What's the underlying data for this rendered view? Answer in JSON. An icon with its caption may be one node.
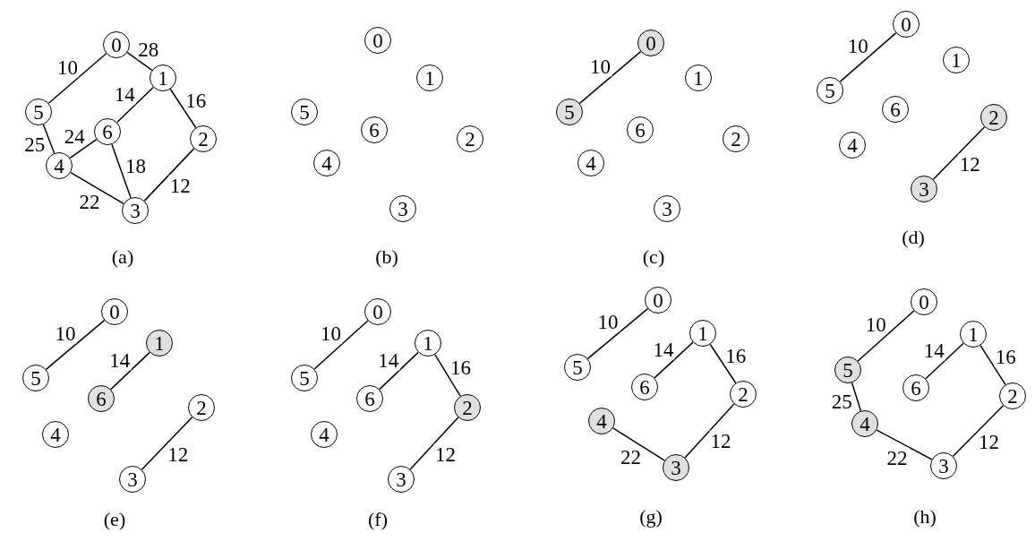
{
  "diagram": {
    "nodes": [
      {
        "text": [
          "0"
        ]
      },
      {
        "text": [
          "1"
        ]
      },
      {
        "text": [
          "5"
        ]
      },
      {
        "text": [
          "6"
        ]
      },
      {
        "text": [
          "2"
        ]
      },
      {
        "text": [
          "4"
        ]
      },
      {
        "text": [
          "3"
        ]
      },
      {
        "text": [
          "0"
        ]
      },
      {
        "text": [
          "1"
        ]
      },
      {
        "text": [
          "5"
        ]
      },
      {
        "text": [
          "6"
        ]
      },
      {
        "text": [
          "2"
        ]
      },
      {
        "text": [
          "4"
        ]
      },
      {
        "text": [
          "3"
        ]
      },
      {
        "text": [
          "0"
        ]
      },
      {
        "text": [
          "1"
        ]
      },
      {
        "text": [
          "5"
        ]
      },
      {
        "text": [
          "6"
        ]
      },
      {
        "text": [
          "2"
        ]
      },
      {
        "text": [
          "4"
        ]
      },
      {
        "text": [
          "3"
        ]
      },
      {
        "text": [
          "0"
        ]
      },
      {
        "text": [
          "1"
        ]
      },
      {
        "text": [
          "5"
        ]
      },
      {
        "text": [
          "6"
        ]
      },
      {
        "text": [
          "2"
        ]
      },
      {
        "text": [
          "4"
        ]
      },
      {
        "text": [
          "3"
        ]
      },
      {
        "text": [
          "0"
        ]
      },
      {
        "text": [
          "1"
        ]
      },
      {
        "text": [
          "5"
        ]
      },
      {
        "text": [
          "6"
        ]
      },
      {
        "text": [
          "2"
        ]
      },
      {
        "text": [
          "4"
        ]
      },
      {
        "text": [
          "3"
        ]
      },
      {
        "text": [
          "0"
        ]
      },
      {
        "text": [
          "1"
        ]
      },
      {
        "text": [
          "5"
        ]
      },
      {
        "text": [
          "6"
        ]
      },
      {
        "text": [
          "2"
        ]
      },
      {
        "text": [
          "4"
        ]
      },
      {
        "text": [
          "3"
        ]
      },
      {
        "text": [
          "0"
        ]
      },
      {
        "text": [
          "1"
        ]
      },
      {
        "text": [
          "5"
        ]
      },
      {
        "text": [
          "6"
        ]
      },
      {
        "text": [
          "2"
        ]
      },
      {
        "text": [
          "4"
        ]
      },
      {
        "text": [
          "3"
        ]
      },
      {
        "text": [
          "0"
        ]
      },
      {
        "text": [
          "1"
        ]
      },
      {
        "text": [
          "5"
        ]
      },
      {
        "text": [
          "6"
        ]
      },
      {
        "text": [
          "2"
        ]
      },
      {
        "text": [
          "4"
        ]
      },
      {
        "text": [
          "3"
        ]
      }
    ],
    "edges": [
      {
        "from": 2,
        "to": 0,
        "arrow": "none",
        "label": "10"
      },
      {
        "from": 0,
        "to": 1,
        "arrow": "none",
        "label": "28"
      },
      {
        "from": 3,
        "to": 1,
        "arrow": "none",
        "label": "14"
      },
      {
        "from": 1,
        "to": 4,
        "arrow": "none",
        "label": "16"
      },
      {
        "from": 2,
        "to": 5,
        "arrow": "none",
        "label": "25"
      },
      {
        "from": 5,
        "to": 3,
        "arrow": "none",
        "label": "24"
      },
      {
        "from": 3,
        "to": 6,
        "arrow": "none",
        "label": "18"
      },
      {
        "from": 5,
        "to": 6,
        "arrow": "none",
        "label": "22"
      },
      {
        "from": 6,
        "to": 4,
        "arrow": "none",
        "label": "12"
      },
      {
        "from": 16,
        "to": 14,
        "arrow": "none",
        "label": "10"
      },
      {
        "from": 23,
        "to": 21,
        "arrow": "none",
        "label": "10"
      },
      {
        "from": 27,
        "to": 25,
        "arrow": "none",
        "label": "12"
      },
      {
        "from": 30,
        "to": 28,
        "arrow": "none",
        "label": "10"
      },
      {
        "from": 31,
        "to": 29,
        "arrow": "none",
        "label": "14"
      },
      {
        "from": 34,
        "to": 32,
        "arrow": "none",
        "label": "12"
      },
      {
        "from": 37,
        "to": 35,
        "arrow": "none",
        "label": "10"
      },
      {
        "from": 38,
        "to": 36,
        "arrow": "none",
        "label": "14"
      },
      {
        "from": 36,
        "to": 39,
        "arrow": "none",
        "label": "16"
      },
      {
        "from": 41,
        "to": 39,
        "arrow": "none",
        "label": "12"
      },
      {
        "from": 44,
        "to": 42,
        "arrow": "none",
        "label": "10"
      },
      {
        "from": 45,
        "to": 43,
        "arrow": "none",
        "label": "14"
      },
      {
        "from": 43,
        "to": 46,
        "arrow": "none",
        "label": "16"
      },
      {
        "from": 47,
        "to": 48,
        "arrow": "none",
        "label": "22"
      },
      {
        "from": 48,
        "to": 46,
        "arrow": "none",
        "label": "12"
      },
      {
        "from": 51,
        "to": 49,
        "arrow": "none",
        "label": "10"
      },
      {
        "from": 52,
        "to": 50,
        "arrow": "none",
        "label": "14"
      },
      {
        "from": 50,
        "to": 53,
        "arrow": "none",
        "label": "16"
      },
      {
        "from": 51,
        "to": 54,
        "arrow": "none",
        "label": "25"
      },
      {
        "from": 54,
        "to": 55,
        "arrow": "none",
        "label": "22"
      },
      {
        "from": 55,
        "to": 53,
        "arrow": "none",
        "label": "12"
      }
    ],
    "labels": [
      "(a)",
      "(b)",
      "(c)",
      "(d)",
      "(e)",
      "(f)",
      "(g)",
      "(h)"
    ]
  }
}
